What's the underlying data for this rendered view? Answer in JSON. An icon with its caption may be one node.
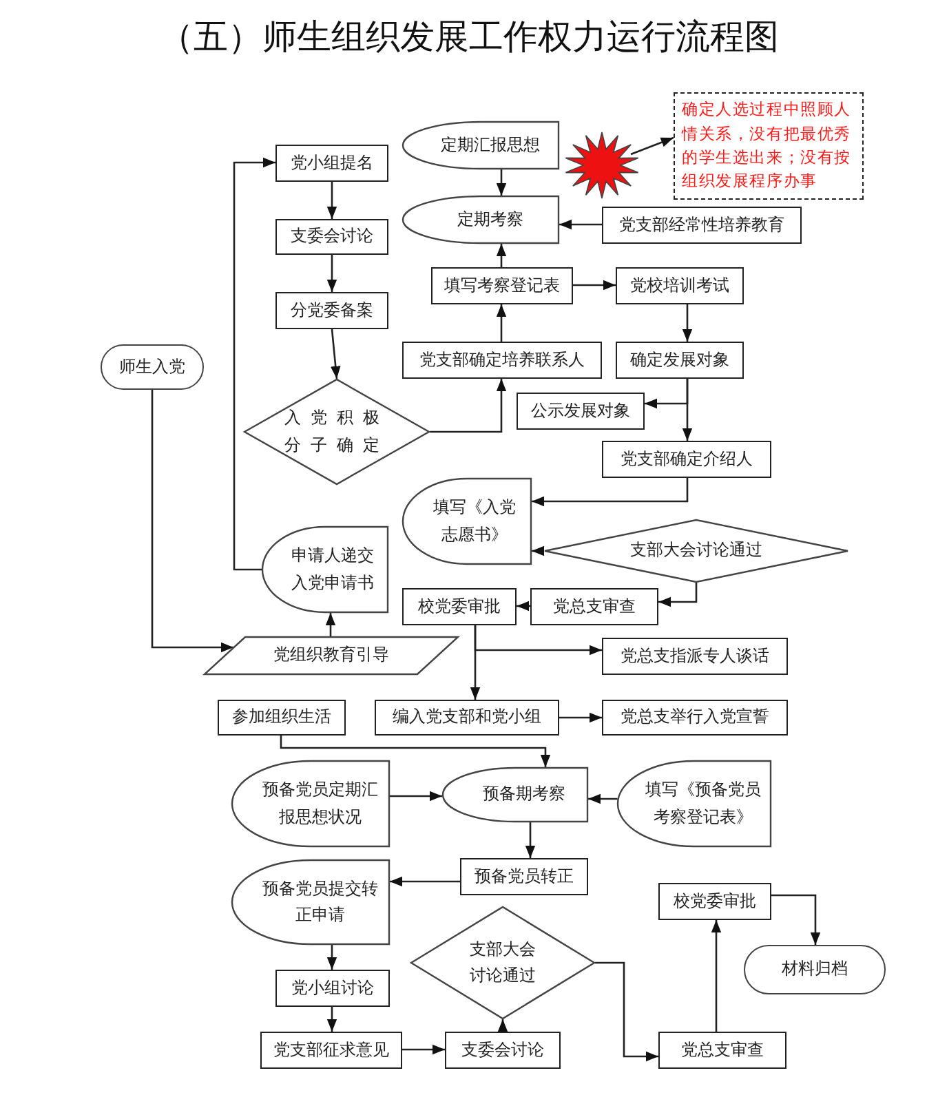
{
  "diagram": {
    "title": "（五）师生组织发展工作权力运行流程图",
    "nodes": [
      {
        "text": [
          "师生入党"
        ]
      },
      {
        "text": [
          "党小组提名"
        ]
      },
      {
        "text": [
          "支委会讨论"
        ]
      },
      {
        "text": [
          "分党委备案"
        ]
      },
      {
        "text": [
          "入党积极分子确定"
        ]
      },
      {
        "text": [
          "定期汇报思想"
        ]
      },
      {
        "text": [],
        "shape": "star"
      },
      {
        "text": [
          "确定人选过程中照顾人情关系，没有把最优秀的学生选出来；没有按组织发展程序办事"
        ]
      },
      {
        "text": [
          "定期考察"
        ]
      },
      {
        "text": [
          "党支部经常性培养教育"
        ]
      },
      {
        "text": [
          "填写考察登记表"
        ]
      },
      {
        "text": [
          "党校培训考试"
        ]
      },
      {
        "text": [
          "党支部确定培养联系人"
        ]
      },
      {
        "text": [
          "确定发展对象"
        ]
      },
      {
        "text": [
          "公示发展对象"
        ]
      },
      {
        "text": [
          "党支部确定介绍人"
        ]
      },
      {
        "text": [
          "填写《入党志愿书》"
        ]
      },
      {
        "text": [
          "支部大会讨论通过"
        ]
      },
      {
        "text": [
          "申请人递交入党申请书"
        ]
      },
      {
        "text": [
          "校党委审批"
        ]
      },
      {
        "text": [
          "党总支审查"
        ]
      },
      {
        "text": [
          "党组织教育引导"
        ]
      },
      {
        "text": [
          "党总支指派专人谈话"
        ]
      },
      {
        "text": [
          "参加组织生活"
        ]
      },
      {
        "text": [
          "编入党支部和党小组"
        ]
      },
      {
        "text": [
          "党总支举行入党宣誓"
        ]
      },
      {
        "text": [
          "预备党员定期汇报思想状况"
        ]
      },
      {
        "text": [
          "预备期考察"
        ]
      },
      {
        "text": [
          "填写《预备党员考察登记表》"
        ]
      },
      {
        "text": [
          "预备党员转正"
        ]
      },
      {
        "text": [
          "预备党员提交转正申请"
        ]
      },
      {
        "text": [
          "支部大会讨论通过"
        ]
      },
      {
        "text": [
          "党小组讨论"
        ]
      },
      {
        "text": [
          "党支部征求意见"
        ]
      },
      {
        "text": [
          "支委会讨论"
        ]
      },
      {
        "text": [
          "校党委审批"
        ]
      },
      {
        "text": [
          "材料归档"
        ]
      },
      {
        "text": [
          "党总支审查"
        ]
      }
    ],
    "edges": [
      {
        "from": 0,
        "to": 21,
        "arrow": "to"
      },
      {
        "from": 21,
        "to": 18,
        "arrow": "to"
      },
      {
        "from": 18,
        "to": 1,
        "arrow": "to"
      },
      {
        "from": 1,
        "to": 2,
        "arrow": "to"
      },
      {
        "from": 2,
        "to": 3,
        "arrow": "to"
      },
      {
        "from": 3,
        "to": 4,
        "arrow": "to"
      },
      {
        "from": 4,
        "to": 12,
        "arrow": "to"
      },
      {
        "from": 12,
        "to": 10,
        "arrow": "to"
      },
      {
        "from": 10,
        "to": 8,
        "arrow": "to"
      },
      {
        "from": 5,
        "to": 8,
        "arrow": "to"
      },
      {
        "from": 9,
        "to": 8,
        "arrow": "to"
      },
      {
        "from": 10,
        "to": 11,
        "arrow": "to"
      },
      {
        "from": 11,
        "to": 13,
        "arrow": "to"
      },
      {
        "from": 13,
        "to": 14,
        "arrow": "to"
      },
      {
        "from": 13,
        "to": 15,
        "arrow": "to"
      },
      {
        "from": 15,
        "to": 16,
        "arrow": "to"
      },
      {
        "from": 17,
        "to": 16,
        "arrow": "to"
      },
      {
        "from": 17,
        "to": 20,
        "arrow": "to"
      },
      {
        "from": 20,
        "to": 19,
        "arrow": "to"
      },
      {
        "from": 19,
        "to": 22,
        "arrow": "to"
      },
      {
        "from": 19,
        "to": 24,
        "arrow": "to"
      },
      {
        "from": 24,
        "to": 25,
        "arrow": "to"
      },
      {
        "from": 23,
        "to": 27,
        "arrow": "to"
      },
      {
        "from": 26,
        "to": 27,
        "arrow": "to"
      },
      {
        "from": 28,
        "to": 27,
        "arrow": "to"
      },
      {
        "from": 27,
        "to": 29,
        "arrow": "to"
      },
      {
        "from": 29,
        "to": 30,
        "arrow": "to"
      },
      {
        "from": 30,
        "to": 32,
        "arrow": "to"
      },
      {
        "from": 32,
        "to": 33,
        "arrow": "to"
      },
      {
        "from": 33,
        "to": 34,
        "arrow": "to"
      },
      {
        "from": 34,
        "to": 31,
        "arrow": "to"
      },
      {
        "from": 31,
        "to": 37,
        "arrow": "to"
      },
      {
        "from": 37,
        "to": 35,
        "arrow": "to"
      },
      {
        "from": 35,
        "to": 36,
        "arrow": "to"
      },
      {
        "from": 6,
        "to": 7,
        "arrow": "to"
      }
    ]
  }
}
